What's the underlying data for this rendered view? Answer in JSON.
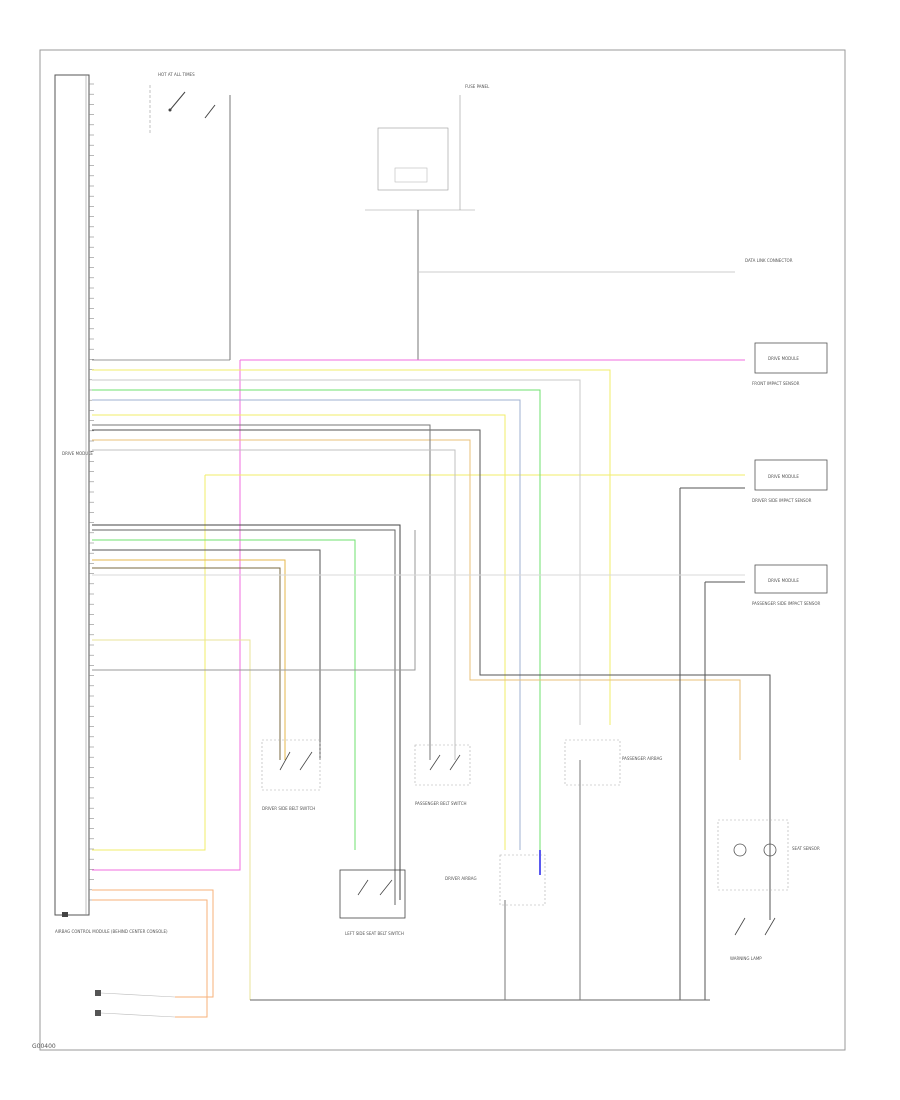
{
  "diagram": {
    "figure_ref": "G00400",
    "module_label": "DRIVE MODULE",
    "module_caption": "AIRBAG CONTROL MODULE (BEHIND CENTER CONSOLE)",
    "ignition_label": "HOT AT ALL TIMES",
    "fuse_label": "FUSE PANEL",
    "data_link_label": "DATA LINK CONNECTOR",
    "right_boxes": [
      {
        "label": "DRIVE MODULE",
        "caption": "FRONT IMPACT SENSOR"
      },
      {
        "label": "DRIVE MODULE",
        "caption": "DRIVER SIDE IMPACT SENSOR"
      },
      {
        "label": "DRIVE MODULE",
        "caption": "PASSENGER SIDE IMPACT SENSOR"
      }
    ],
    "components": [
      {
        "caption": "DRIVER SIDE BELT SWITCH"
      },
      {
        "caption": "LEFT SIDE SEAT BELT SWITCH"
      },
      {
        "caption": "PASSENGER BELT SWITCH"
      },
      {
        "caption": "DRIVER AIRBAG"
      },
      {
        "caption": "PASSENGER AIRBAG"
      },
      {
        "caption": "SEAT SENSOR"
      },
      {
        "caption": "WARNING LAMP"
      }
    ]
  }
}
